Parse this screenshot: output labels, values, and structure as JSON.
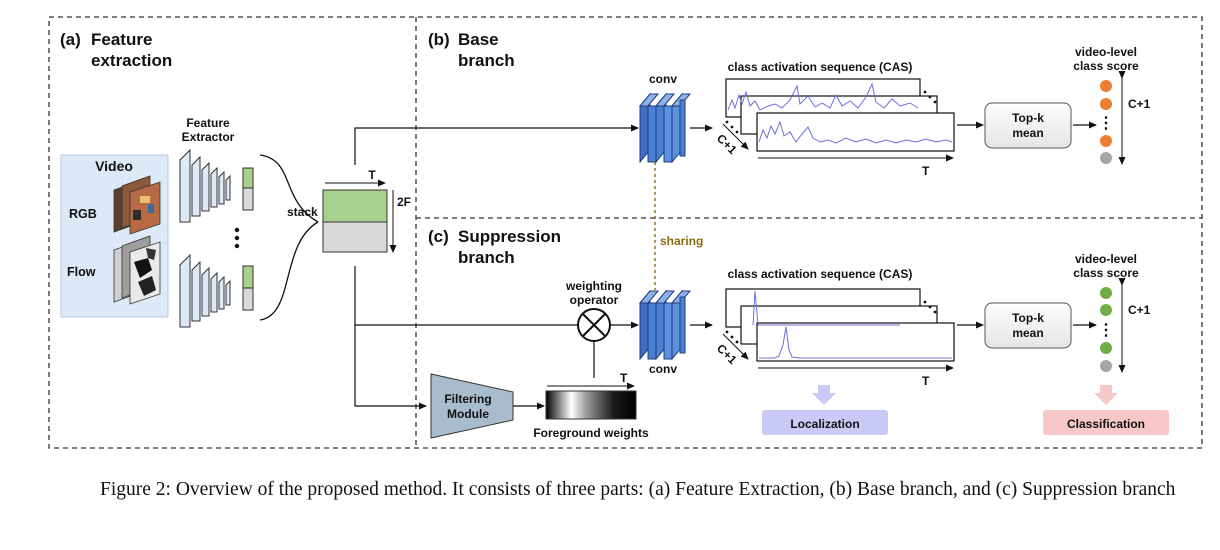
{
  "sections": {
    "a": {
      "tag": "(a)",
      "title_line1": "Feature",
      "title_line2": "extraction"
    },
    "b": {
      "tag": "(b)",
      "title_line1": "Base",
      "title_line2": "branch"
    },
    "c": {
      "tag": "(c)",
      "title_line1": "Suppression",
      "title_line2": "branch"
    }
  },
  "video_panel": {
    "title": "Video",
    "rgb_label": "RGB",
    "flow_label": "Flow"
  },
  "feature_extractor": {
    "line1": "Feature",
    "line2": "Extractor"
  },
  "stack_label": "stack",
  "feature_map": {
    "t_label": "T",
    "dim_label": "2F"
  },
  "conv_label": "conv",
  "sharing_label": "sharing",
  "weighting_operator": {
    "line1": "weighting",
    "line2": "operator"
  },
  "filtering_module": {
    "line1": "Filtering",
    "line2": "Module"
  },
  "foreground_weights": {
    "label": "Foreground weights",
    "t_label": "T"
  },
  "cas": {
    "title": "class activation sequence (CAS)",
    "c_label": "C+1",
    "t_label": "T"
  },
  "topk": {
    "line1": "Top-k",
    "line2": "mean"
  },
  "score": {
    "line1": "video-level",
    "line2": "class score",
    "c_label": "C+1",
    "dots": "⋮"
  },
  "outputs": {
    "localization": "Localization",
    "classification": "Classification"
  },
  "caption": "Figure 2: Overview of the proposed method. It consists of three parts: (a) Feature Extraction, (b) Base branch, and (c) Suppression branch",
  "colors": {
    "conv_blue": "#4a7fd4",
    "feature_green": "#a9d18e",
    "feature_gray": "#d9d9d9",
    "video_bg": "#dde9f7",
    "filter_fill": "#a9bccd",
    "orange_dot": "#ed7d31",
    "green_dot": "#70ad47",
    "gray_dot": "#a6a6a6",
    "cas_line": "#6f6fd9",
    "localization_bg": "#c9cbf6",
    "classification_bg": "#f8c7c7",
    "sharing": "#8b6914"
  }
}
